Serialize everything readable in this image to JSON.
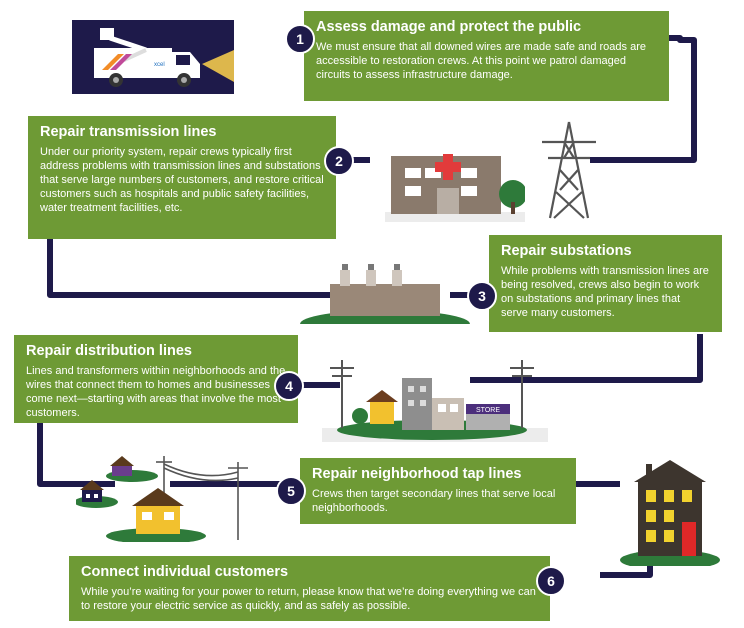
{
  "steps": [
    {
      "number": "1",
      "title": "Assess damage and protect the public",
      "text": "We must ensure that all downed wires are made safe and roads are accessible to restoration crews. At this point we patrol damaged circuits to assess infrastructure damage."
    },
    {
      "number": "2",
      "title": "Repair transmission lines",
      "text": "Under our priority system, repair crews typically first address problems with transmission lines and substations that serve large numbers of customers, and restore critical customers such as hospitals and public safety facilities, water treatment facilities, etc."
    },
    {
      "number": "3",
      "title": "Repair substations",
      "text": "While problems with transmission lines are being resolved, crews also begin to work on substations and primary lines that serve many customers."
    },
    {
      "number": "4",
      "title": "Repair distribution lines",
      "text": "Lines and transformers within neighborhoods and the wires that connect them to homes and businesses come next—starting with areas that involve the most customers."
    },
    {
      "number": "5",
      "title": "Repair neighborhood tap lines",
      "text": "Crews then target secondary lines that serve local neighborhoods."
    },
    {
      "number": "6",
      "title": "Connect individual customers",
      "text": "While you’re waiting for your power to return, please know that we’re doing everything we can to restore your electric service as quickly, and as safely as possible."
    }
  ],
  "illustrations": {
    "truck_logo": "xcel",
    "store_sign": "STORE"
  },
  "colors": {
    "box_green": "#6e9a35",
    "line_navy": "#1e1a4a",
    "background": "#ffffff"
  }
}
